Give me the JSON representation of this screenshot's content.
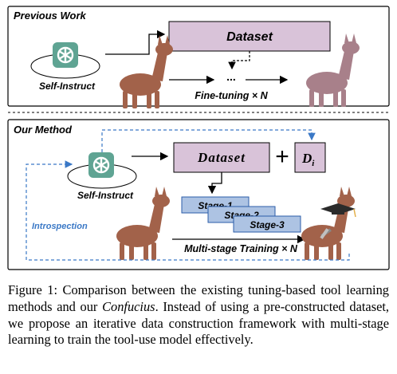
{
  "previous_work": {
    "title": "Previous Work",
    "self_instruct_label": "Self-Instruct",
    "dataset_label": "Dataset",
    "ellipsis": "...",
    "fine_tuning_label": "Fine-tuning × N"
  },
  "our_method": {
    "title": "Our Method",
    "self_instruct_label": "Self-Instruct",
    "dataset_label": "Dataset",
    "plus": "+",
    "di_main": "D",
    "di_sub": "i",
    "introspection_label": "Introspection",
    "stages": [
      "Stage-1",
      "Stage-2",
      "Stage-3"
    ],
    "multistage_label": "Multi-stage Training × N"
  },
  "caption": {
    "before": "Figure 1: Comparison between the existing tuning-based tool learning methods and our ",
    "name": "Confucius",
    "after": ". Instead of using a pre-constructed dataset, we propose an iterative data construction framework with multi-stage learning to train the tool-use model effectively."
  },
  "colors": {
    "dataset_fill": "#d9c3d9",
    "stage_fill": "#adc3e3",
    "stage_stroke": "#2c5ea8",
    "introspection_blue": "#3a78c6",
    "openai_green": "#5fa493",
    "llama_brown": "#a2624a",
    "llama_mauve": "#a8808a"
  }
}
